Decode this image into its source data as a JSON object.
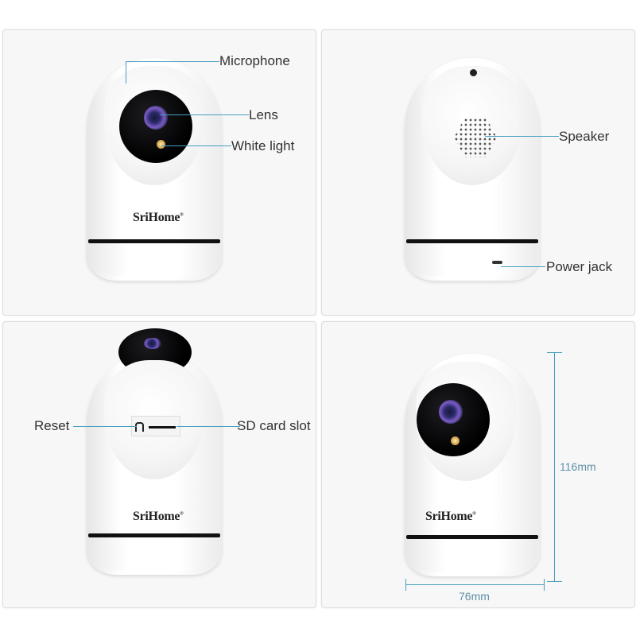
{
  "brand": "SriHome",
  "brand_mark": "®",
  "panels": {
    "front": {
      "labels": {
        "microphone": "Microphone",
        "lens": "Lens",
        "white_light": "White light"
      }
    },
    "back": {
      "labels": {
        "speaker": "Speaker",
        "power_jack": "Power jack"
      }
    },
    "rear_open": {
      "labels": {
        "reset": "Reset",
        "sd_card_slot": "SD card slot"
      }
    },
    "dimensions": {
      "height": "116mm",
      "width": "76mm"
    }
  },
  "colors": {
    "callout_line": "#4a9ec0",
    "dimension_text": "#5f8fa8",
    "panel_bg": "#f7f7f7"
  }
}
